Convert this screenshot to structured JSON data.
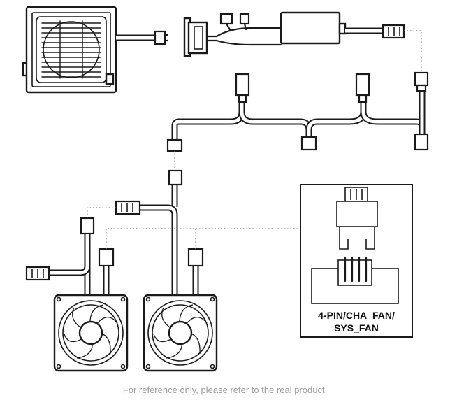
{
  "pin_label": {
    "line1": "4-PIN/CHA_FAN/",
    "line2": "SYS_FAN"
  },
  "footer": {
    "note": "For reference only, please refer to the real product."
  },
  "icons": [
    "power-supply-icon",
    "fan-icon",
    "connector-icon",
    "fan-controller-hub-icon"
  ]
}
